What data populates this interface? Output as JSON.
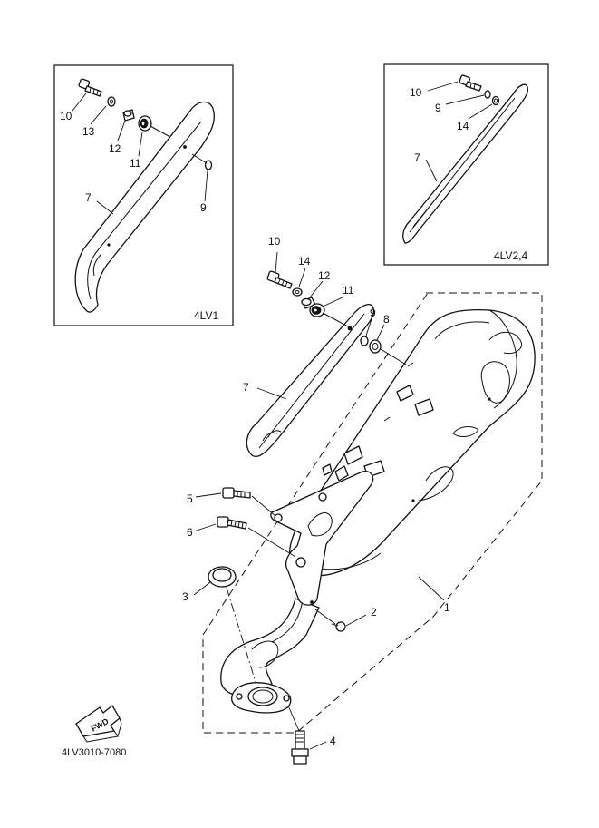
{
  "diagram": {
    "drawing_code": "4LV3010-7080",
    "fwd_label": "FWD",
    "insets": [
      {
        "id": "inset-4lv1",
        "label": "4LV1"
      },
      {
        "id": "inset-4lv24",
        "label": "4LV2,4"
      }
    ],
    "main_callouts": [
      "1",
      "2",
      "3",
      "4",
      "5",
      "6",
      "7",
      "8",
      "9",
      "10",
      "11",
      "12",
      "14"
    ],
    "inset_4lv1_callouts": [
      "10",
      "13",
      "12",
      "11",
      "7",
      "9"
    ],
    "inset_4lv24_callouts": [
      "10",
      "9",
      "14",
      "7"
    ]
  }
}
